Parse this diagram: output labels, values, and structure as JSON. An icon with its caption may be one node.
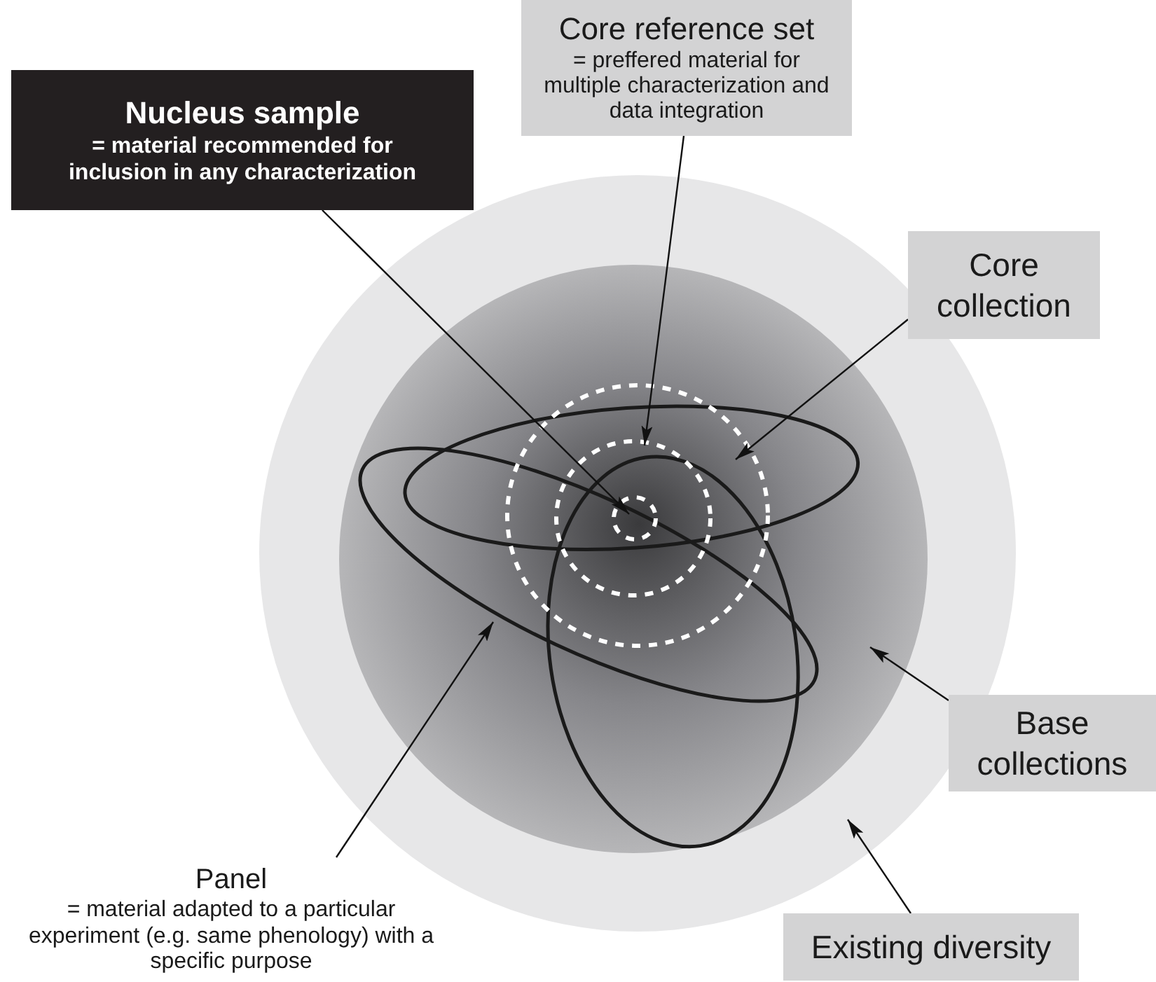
{
  "diagram": {
    "nodes": [
      {
        "text": [
          "Nucleus sample",
          "= material recommended for inclusion in any characterization"
        ]
      },
      {
        "text": [
          "Core reference set",
          "= preffered material for multiple characterization and data integration"
        ]
      },
      {
        "text": [
          "Core collection"
        ]
      },
      {
        "text": [
          "Base collections"
        ]
      },
      {
        "text": [
          "Existing diversity"
        ]
      },
      {
        "text": [
          "Panel",
          "= material adapted to a particular experiment (e.g. same phenology) with a specific purpose"
        ]
      },
      {
        "text": [],
        "shape": "circle"
      },
      {
        "text": [],
        "shape": "circle",
        "in": 6
      },
      {
        "text": [],
        "shape": "ellipse",
        "in": 7
      },
      {
        "text": [],
        "shape": "ellipse",
        "in": 7
      },
      {
        "text": [],
        "shape": "ellipse",
        "in": 7
      },
      {
        "text": [],
        "shape": "circle",
        "in": 7
      },
      {
        "text": [],
        "shape": "circle"
      },
      {
        "text": [],
        "shape": "circle"
      }
    ],
    "edges": [
      {
        "from": 0,
        "to": 13,
        "arrow": "to"
      },
      {
        "from": 1,
        "to": 12,
        "arrow": "to"
      },
      {
        "from": 2,
        "to": 8,
        "arrow": "to"
      },
      {
        "from": 3,
        "to": 7,
        "arrow": "to"
      },
      {
        "from": 4,
        "to": 6,
        "arrow": "to"
      },
      {
        "from": 5,
        "to": 9,
        "arrow": "to"
      }
    ]
  }
}
